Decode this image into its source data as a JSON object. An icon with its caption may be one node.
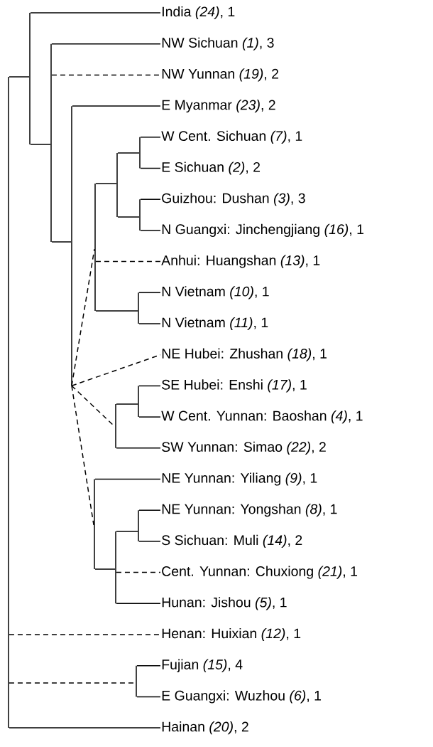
{
  "diagram": {
    "nodes": [
      {
        "text": [
          "India *(24)*, 1"
        ]
      },
      {
        "text": [
          "NW Sichuan *(1)*, 3"
        ]
      },
      {
        "text": [
          "NW Yunnan *(19)*, 2"
        ]
      },
      {
        "text": [
          "E Myanmar *(23)*, 2"
        ]
      },
      {
        "text": [
          "W Cent. Sichuan *(7)*, 1"
        ]
      },
      {
        "text": [
          "E Sichuan *(2)*, 2"
        ]
      },
      {
        "text": [
          "Guizhou: Dushan *(3)*, 3"
        ]
      },
      {
        "text": [
          "N Guangxi: Jinchengjiang *(16)*, 1"
        ]
      },
      {
        "text": [
          "Anhui: Huangshan *(13)*, 1"
        ]
      },
      {
        "text": [
          "N Vietnam *(10)*, 1"
        ]
      },
      {
        "text": [
          "N Vietnam *(11)*, 1"
        ]
      },
      {
        "text": [
          "NE Hubei: Zhushan *(18)*, 1"
        ]
      },
      {
        "text": [
          "SE Hubei: Enshi *(17)*, 1"
        ]
      },
      {
        "text": [
          "W Cent. Yunnan: Baoshan *(4)*, 1"
        ]
      },
      {
        "text": [
          "SW Yunnan: Simao *(22)*, 2"
        ]
      },
      {
        "text": [
          "NE Yunnan: Yiliang *(9)*, 1"
        ]
      },
      {
        "text": [
          "NE Yunnan: Yongshan *(8)*, 1"
        ]
      },
      {
        "text": [
          "S Sichuan: Muli *(14)*, 2"
        ]
      },
      {
        "text": [
          "Cent. Yunnan: Chuxiong *(21)*, 1"
        ]
      },
      {
        "text": [
          "Hunan: Jishou *(5)*, 1"
        ]
      },
      {
        "text": [
          "Henan: Huixian *(12)*, 1"
        ]
      },
      {
        "text": [
          "Fujian *(15)*, 4"
        ]
      },
      {
        "text": [
          "E Guangxi: Wuzhou *(6)*, 1"
        ]
      },
      {
        "text": [
          "Hainan *(20)*, 2"
        ]
      },
      {
        "text": [],
        "shape": "bar"
      },
      {
        "text": [],
        "shape": "bar"
      },
      {
        "text": [],
        "shape": "bar"
      },
      {
        "text": [],
        "shape": "bar"
      },
      {
        "text": [],
        "shape": "bar"
      },
      {
        "text": [],
        "shape": "bar"
      },
      {
        "text": [],
        "shape": "bar"
      },
      {
        "text": [],
        "shape": "bar"
      },
      {
        "text": [],
        "shape": "bar"
      },
      {
        "text": [],
        "shape": "bar"
      },
      {
        "text": [],
        "shape": "bar"
      },
      {
        "text": [],
        "shape": "bar"
      },
      {
        "text": [],
        "shape": "bar"
      },
      {
        "text": [],
        "shape": "bar"
      },
      {
        "text": [],
        "shape": "bar"
      }
    ],
    "edges": [
      {
        "from": 24,
        "to": 25,
        "arrow": "none"
      },
      {
        "from": 24,
        "to": 20,
        "arrow": "none",
        "style": "dashed"
      },
      {
        "from": 24,
        "to": 38,
        "arrow": "none",
        "style": "dashed"
      },
      {
        "from": 24,
        "to": 23,
        "arrow": "none"
      },
      {
        "from": 25,
        "to": 0,
        "arrow": "none"
      },
      {
        "from": 25,
        "to": 26,
        "arrow": "none"
      },
      {
        "from": 26,
        "to": 1,
        "arrow": "none"
      },
      {
        "from": 26,
        "to": 2,
        "arrow": "none",
        "style": "dashed"
      },
      {
        "from": 26,
        "to": 27,
        "arrow": "none"
      },
      {
        "from": 27,
        "to": 3,
        "arrow": "none"
      },
      {
        "from": 27,
        "to": 28,
        "arrow": "none",
        "style": "dashed"
      },
      {
        "from": 27,
        "to": 11,
        "arrow": "none",
        "style": "dashed"
      },
      {
        "from": 27,
        "to": 33,
        "arrow": "none",
        "style": "dashed"
      },
      {
        "from": 27,
        "to": 35,
        "arrow": "none",
        "style": "dashed"
      },
      {
        "from": 28,
        "to": 29,
        "arrow": "none"
      },
      {
        "from": 28,
        "to": 8,
        "arrow": "none",
        "style": "dashed"
      },
      {
        "from": 28,
        "to": 32,
        "arrow": "none"
      },
      {
        "from": 29,
        "to": 30,
        "arrow": "none"
      },
      {
        "from": 29,
        "to": 31,
        "arrow": "none"
      },
      {
        "from": 30,
        "to": 4,
        "arrow": "none"
      },
      {
        "from": 30,
        "to": 5,
        "arrow": "none"
      },
      {
        "from": 31,
        "to": 6,
        "arrow": "none"
      },
      {
        "from": 31,
        "to": 7,
        "arrow": "none"
      },
      {
        "from": 32,
        "to": 9,
        "arrow": "none"
      },
      {
        "from": 32,
        "to": 10,
        "arrow": "none"
      },
      {
        "from": 33,
        "to": 34,
        "arrow": "none"
      },
      {
        "from": 33,
        "to": 14,
        "arrow": "none"
      },
      {
        "from": 34,
        "to": 12,
        "arrow": "none"
      },
      {
        "from": 34,
        "to": 13,
        "arrow": "none"
      },
      {
        "from": 35,
        "to": 15,
        "arrow": "none"
      },
      {
        "from": 35,
        "to": 36,
        "arrow": "none"
      },
      {
        "from": 36,
        "to": 37,
        "arrow": "none"
      },
      {
        "from": 36,
        "to": 18,
        "arrow": "none",
        "style": "dashed"
      },
      {
        "from": 36,
        "to": 19,
        "arrow": "none"
      },
      {
        "from": 37,
        "to": 16,
        "arrow": "none"
      },
      {
        "from": 37,
        "to": 17,
        "arrow": "none"
      },
      {
        "from": 38,
        "to": 21,
        "arrow": "none"
      },
      {
        "from": 38,
        "to": 22,
        "arrow": "none"
      }
    ]
  }
}
